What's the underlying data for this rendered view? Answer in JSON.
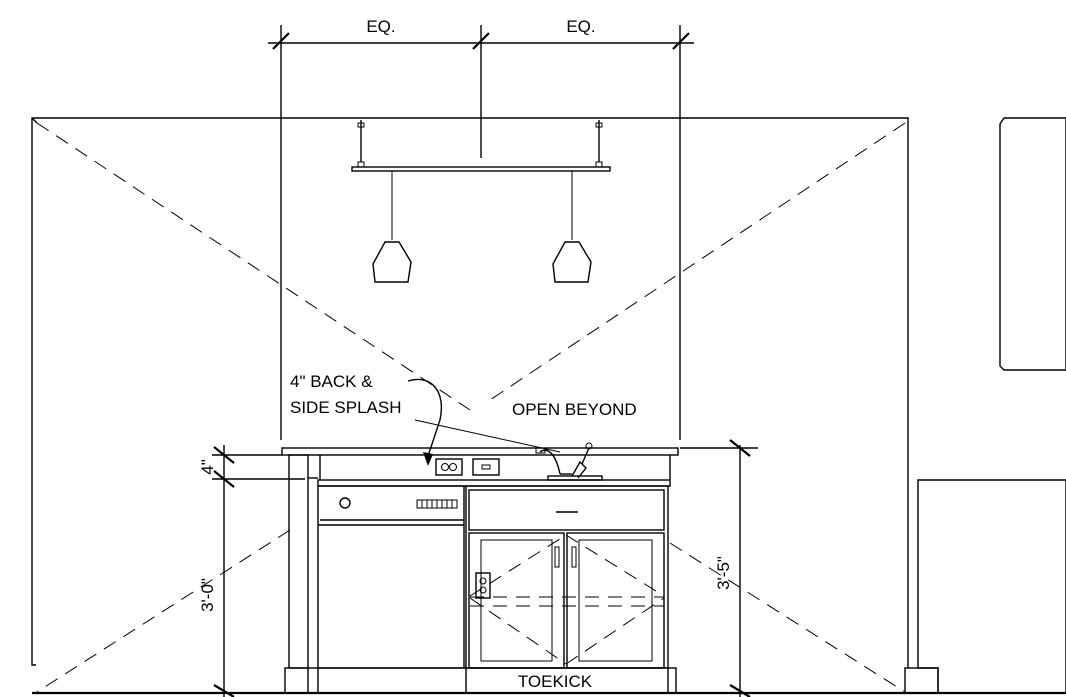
{
  "dimensions": {
    "eq_left": "EQ.",
    "eq_right": "EQ.",
    "splash_height": "4\"",
    "counter_height": "3'-0\"",
    "overall_height": "3'-5\""
  },
  "notes": {
    "splash_line1": "4\" BACK &",
    "splash_line2": "SIDE SPLASH",
    "open_beyond": "OPEN BEYOND",
    "toekick": "TOEKICK"
  }
}
